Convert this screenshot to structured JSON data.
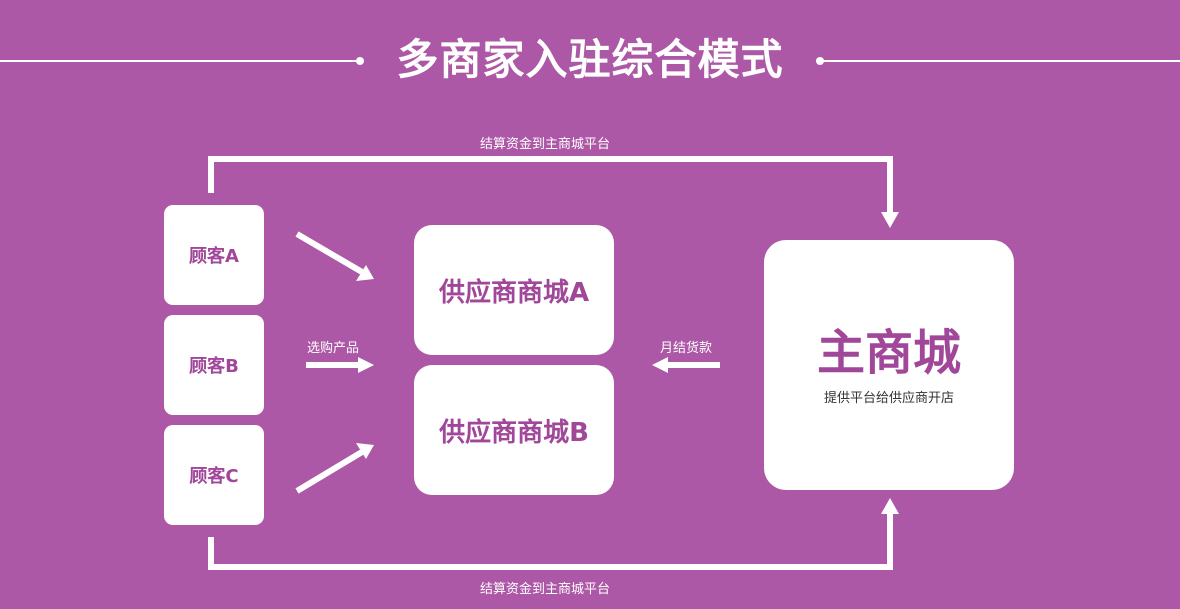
{
  "title": "多商家入驻综合模式",
  "customers": [
    {
      "label": "顾客A"
    },
    {
      "label": "顾客B"
    },
    {
      "label": "顾客C"
    }
  ],
  "suppliers": [
    {
      "label": "供应商商城A"
    },
    {
      "label": "供应商商城B"
    }
  ],
  "main_mall": {
    "title": "主商城",
    "subtitle": "提供平台给供应商开店"
  },
  "labels": {
    "top_flow": "结算资金到主商城平台",
    "bottom_flow": "结算资金到主商城平台",
    "select_products": "选购产品",
    "monthly_settlement": "月结货款"
  },
  "colors": {
    "background": "#ad58a6",
    "accent_text": "#a0479a",
    "box": "#ffffff"
  }
}
